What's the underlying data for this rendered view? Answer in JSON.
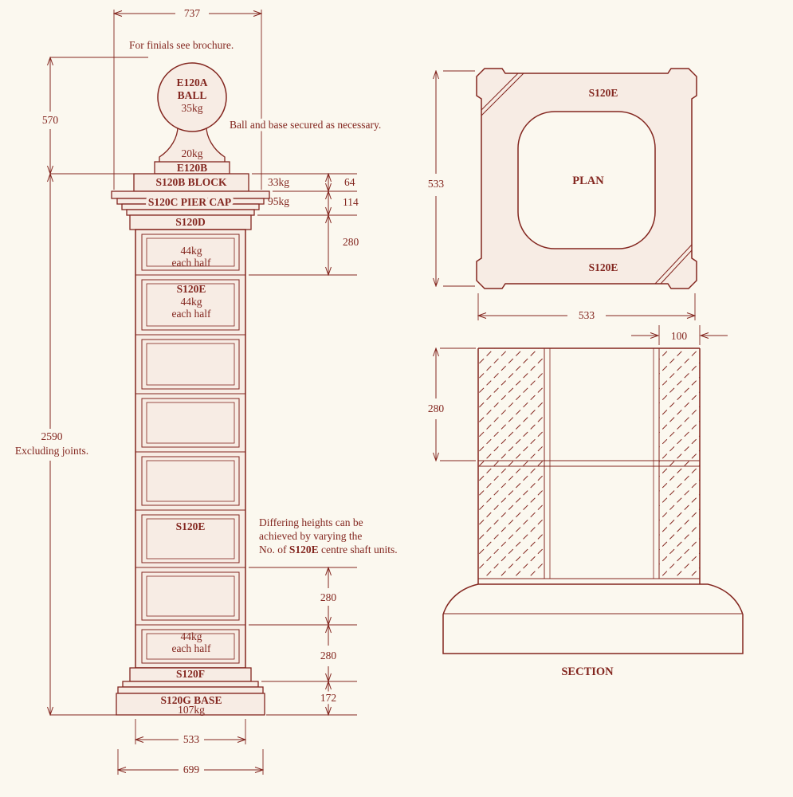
{
  "colors": {
    "ink": "#83261f",
    "paper": "#fbf8ef",
    "fill": "#f7ece4"
  },
  "elevation": {
    "notes": {
      "finials": "For finials see brochure.",
      "ball_base": "Ball and base secured as necessary.",
      "heights_line1": "Differing heights can be",
      "heights_line2": "achieved by varying the",
      "heights_line3_pre": "No. of ",
      "heights_line3_code": "S120E",
      "heights_line3_post": " centre shaft units."
    },
    "parts": {
      "ball_code": "E120A",
      "ball_name": "BALL",
      "ball_weight": "35kg",
      "neck_weight": "20kg",
      "neck_code": "E120B",
      "block_label": "S120B BLOCK",
      "block_weight": "33kg",
      "cap_label": "S120C PIER CAP",
      "cap_weight": "95kg",
      "collar_label": "S120D",
      "shaft_top_weight": "44kg",
      "shaft_top_weight_note": "each half",
      "shaft_unit_label": "S120E",
      "shaft_unit_weight": "44kg",
      "shaft_unit_weight_note": "each half",
      "shaft_mid_label": "S120E",
      "shaft_bottom_weight": "44kg",
      "shaft_bottom_weight_note": "each half",
      "foot_label": "S120F",
      "base_label": "S120G BASE",
      "base_weight": "107kg"
    },
    "dims": {
      "cap_width": "737",
      "finial_height": "570",
      "total_height": "2590",
      "total_height_note": "Excluding joints.",
      "block_height": "64",
      "cap_height": "114",
      "collar_height": "280",
      "unit_height_a": "280",
      "unit_height_b": "280",
      "base_height": "172",
      "shaft_width": "533",
      "base_width": "699"
    }
  },
  "plan": {
    "title": "PLAN",
    "unit_top": "S120E",
    "unit_bottom": "S120E",
    "dim_side": "533",
    "dim_bottom": "533"
  },
  "section": {
    "title": "SECTION",
    "wall_thickness": "100",
    "unit_height": "280"
  }
}
